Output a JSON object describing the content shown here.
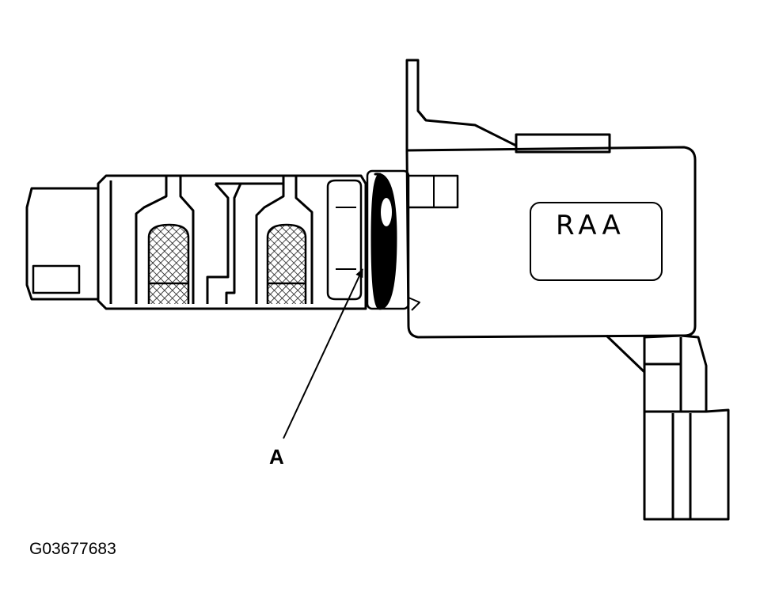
{
  "diagram": {
    "part_marking": "RAA",
    "callout_label": "A",
    "figure_id": "G03677683"
  },
  "colors": {
    "line": "#000000",
    "background": "#ffffff"
  },
  "icons": {
    "screen_pattern": "crosshatch-mesh",
    "o_ring": "o-ring-seal"
  }
}
